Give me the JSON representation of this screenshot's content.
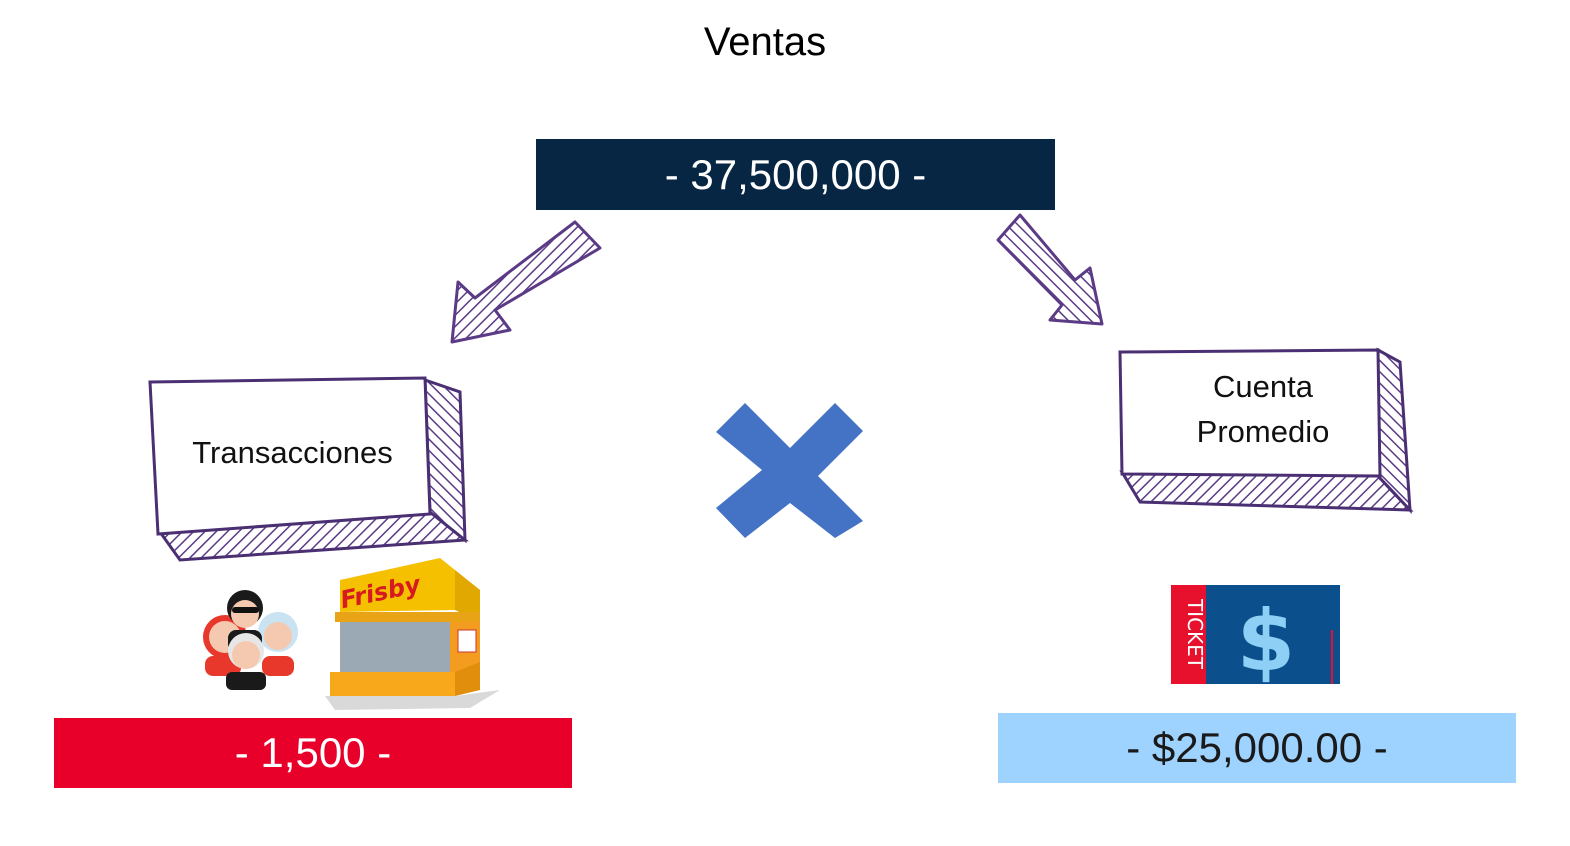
{
  "title": "Ventas",
  "total": {
    "value": "- 37,500,000 -",
    "color": "#062644"
  },
  "operator": {
    "icon": "multiply-icon",
    "color": "#4472c4"
  },
  "left": {
    "label": "Transacciones",
    "value": "- 1,500 -",
    "color": "#e8002a",
    "store_sign": "Frisby",
    "icons": [
      "people-icon",
      "store-kiosk-icon"
    ]
  },
  "right": {
    "label_line1": "Cuenta",
    "label_line2": "Promedio",
    "value": "- $25,000.00 -",
    "color": "#9fd3ff",
    "ticket_text": "TICKET",
    "ticket_symbol": "$",
    "icons": [
      "ticket-icon"
    ]
  },
  "arrow_color": "#5b3a86"
}
